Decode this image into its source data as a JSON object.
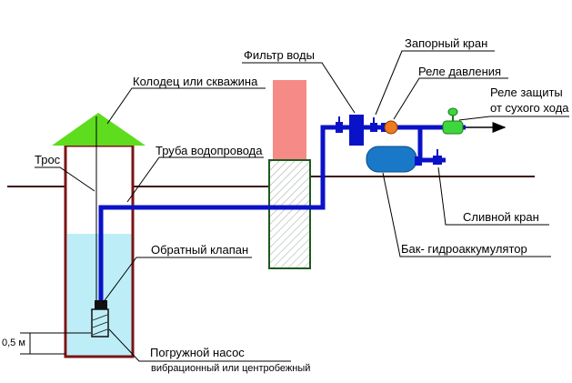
{
  "labels": {
    "well": "Колодец или скважина",
    "cable": "Трос",
    "pipe": "Труба водопровода",
    "check_valve": "Обратный клапан",
    "pump": "Погружной насос",
    "pump_type": "вибрационный или центробежный",
    "depth": "0,5 м",
    "water_filter": "Фильтр воды",
    "shutoff_valve": "Запорный кран",
    "pressure_switch": "Реле давления",
    "dry_run_relay_line1": "Реле защиты",
    "dry_run_relay_line2": "от сухого хода",
    "drain_valve": "Сливной кран",
    "accumulator": "Бак- гидроаккумулятор"
  },
  "colors": {
    "pipe": "#0a12c8",
    "water": "#bdeef7",
    "roof": "#5edc1e",
    "well_wall": "#7a1414",
    "chimney": "#f58a86",
    "foundation": "#1f5a1f",
    "tank": "#1a78c8",
    "pressure_switch": "#f07a1e",
    "dry_run_relay": "#3ed63e",
    "leader_line": "#000000"
  }
}
